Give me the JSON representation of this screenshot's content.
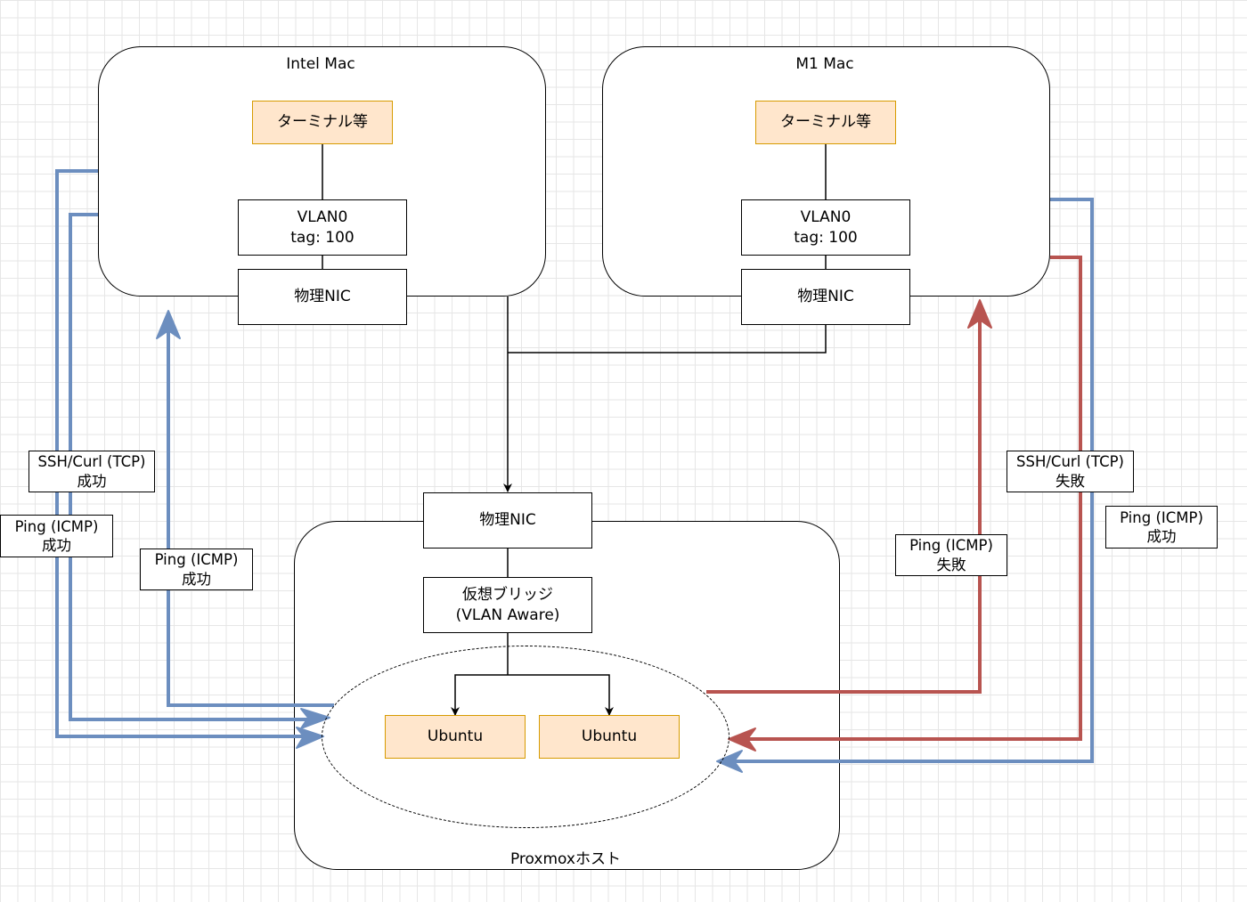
{
  "intel_mac": {
    "title": "Intel Mac",
    "terminal": "ターミナル等",
    "vlan": "VLAN0\ntag: 100",
    "nic": "物理NIC"
  },
  "m1_mac": {
    "title": "M1 Mac",
    "terminal": "ターミナル等",
    "vlan": "VLAN0\ntag: 100",
    "nic": "物理NIC"
  },
  "proxmox": {
    "title": "Proxmoxホスト",
    "nic": "物理NIC",
    "bridge": "仮想ブリッジ\n(VLAN Aware)",
    "vms": [
      "Ubuntu",
      "Ubuntu"
    ]
  },
  "edge_labels": {
    "intel_ssh": "SSH/Curl (TCP)\n成功",
    "intel_ping_outer": "Ping (ICMP)\n成功",
    "intel_ping_inner": "Ping (ICMP)\n成功",
    "m1_ssh": "SSH/Curl (TCP)\n失敗",
    "m1_ping_fail": "Ping (ICMP)\n失敗",
    "m1_ping_ok": "Ping (ICMP)\n成功"
  },
  "colors": {
    "success": "#6c8ebf",
    "failure": "#b85450",
    "highlight_fill": "#ffe6cc",
    "highlight_stroke": "#d79b00"
  }
}
